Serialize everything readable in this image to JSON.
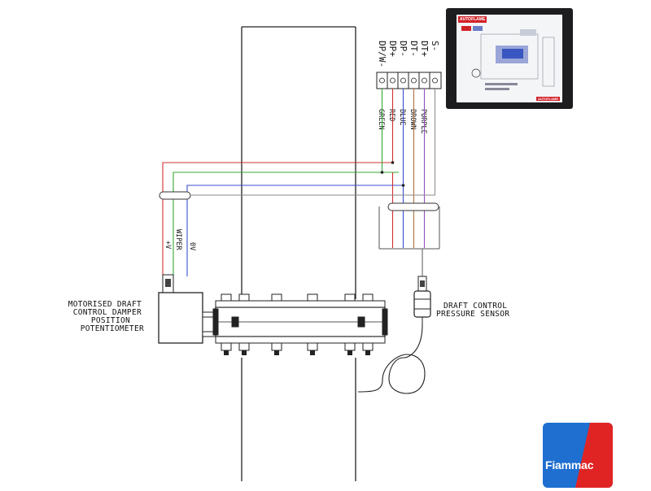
{
  "diagram": {
    "terminals": [
      "DP/W-",
      "DP+",
      "DP-",
      "DT-",
      "DT+",
      "S-"
    ],
    "wire_colors": {
      "green": "#33aa33",
      "red": "#d23030",
      "blue": "#3a4fd0",
      "brown": "#b07040",
      "purple": "#9a4fc0"
    },
    "wire_labels_top": [
      "GREEN",
      "RED",
      "BLUE",
      "BROWN",
      "PURPLE"
    ],
    "wire_labels_left": [
      "+V",
      "WIPER",
      "0V"
    ],
    "potentiometer_label": [
      "MOTORISED DRAFT",
      "CONTROL DAMPER",
      "POSITION",
      "POTENTIOMETER"
    ],
    "sensor_label": [
      "DRAFT CONTROL",
      "PRESSURE SENSOR"
    ]
  },
  "thumbnail": {
    "brand": "AUTOFLAME",
    "footer": "AUTOFLAME"
  },
  "logo": {
    "text": "Fiammac",
    "colors": {
      "blue": "#1e6fd0",
      "red": "#e02424"
    }
  }
}
